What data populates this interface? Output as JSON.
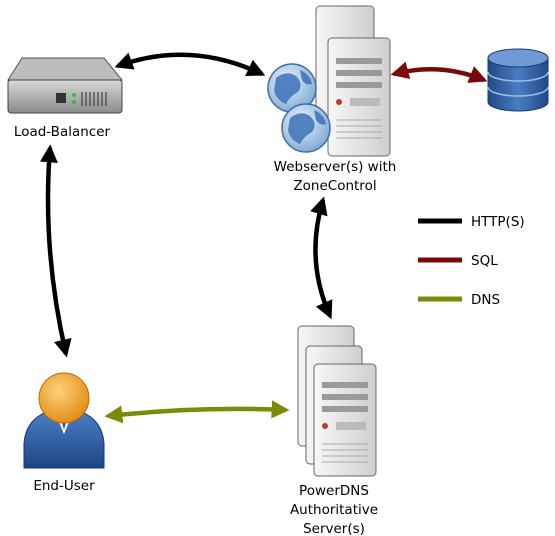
{
  "nodes": {
    "load_balancer": {
      "label": "Load-Balancer"
    },
    "webserver": {
      "label_line1": "Webserver(s) with",
      "label_line2": "ZoneControl"
    },
    "database": {
      "label": ""
    },
    "end_user": {
      "label": "End-User"
    },
    "powerdns": {
      "label_line1": "PowerDNS",
      "label_line2": "Authoritative",
      "label_line3": "Server(s)"
    }
  },
  "legend": [
    {
      "label": "HTTP(S)",
      "color": "#000000"
    },
    {
      "label": "SQL",
      "color": "#7a0a0a"
    },
    {
      "label": "DNS",
      "color": "#7d8a08"
    }
  ],
  "colors": {
    "http": "#000000",
    "sql": "#7a0a0a",
    "dns": "#7d8a08",
    "server_body": "#e8e8e8",
    "db_blue": "#2d5d9f",
    "user_orange": "#f0a030",
    "user_blue": "#2e5ea6"
  }
}
